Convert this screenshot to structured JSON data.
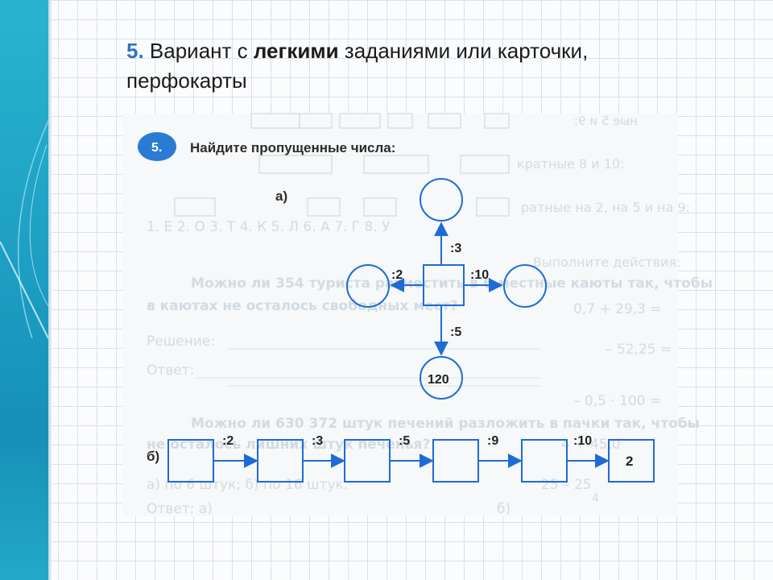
{
  "title": {
    "number": "5.",
    "part1": " Вариант с ",
    "bold": "легкими",
    "part2": " заданиями или карточки,",
    "line2": "перфокарты"
  },
  "task": {
    "badge": "5.",
    "heading": "Найдите пропущенные числа:",
    "part_a_label": "а)",
    "part_b_label": "б)",
    "a_up_op": ":3",
    "a_left_op": ":2",
    "a_right_op": ":10",
    "a_down_op": ":5",
    "a_result": "120",
    "b_ops": [
      ":2",
      ":3",
      ":5",
      ":9",
      ":10"
    ],
    "b_result": "2"
  },
  "background_text": {
    "l1": "ные 5 и 9:",
    "l2": "кратные 8 и 10:",
    "l3": "ратные на 2, на 5 и на 9:",
    "l4": "1. Е   2. О   3. Т   4. К   5. Л   6. А   7. Г   8. У",
    "l5": "Можно ли 354 туриста разместить в 6-местные каюты так, чтобы",
    "l6": "в каютах не осталось свободных мест?",
    "l7": "Выполните действия:",
    "l8": "Решение:",
    "l9": "Ответ:",
    "l10": "0,7 + 29,3 =",
    "l11": "– 52,25 =",
    "l12": "Можно ли 630 372 штук печений разложить в пачки так, чтобы",
    "l13": "не осталось лишних штук печенья?",
    "l14": "– 0,5 · 100 =",
    "l15": "а) по 6 штук;      б) по 16 штук.",
    "l16": "Ответ: а)",
    "l17": "б)",
    "l18": "4 + 45,0",
    "l19": "25 – 25",
    "l20": "4"
  },
  "colors": {
    "diagram_blue": "#1e6bd6",
    "badge_blue": "#2a7bd3",
    "side_band": "#1d9fc4"
  }
}
